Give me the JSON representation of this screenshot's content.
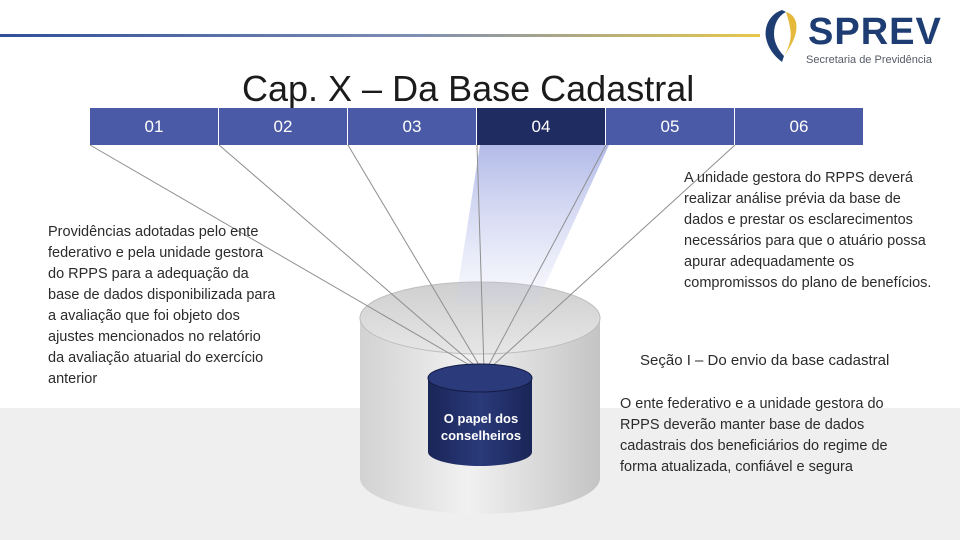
{
  "header": {
    "title": "Cap. X – Da Base Cadastral"
  },
  "logo": {
    "word": "SPREV",
    "subtitle": "Secretaria de Previdência",
    "colors": {
      "navy": "#1e3d73",
      "gold": "#e6b93a"
    }
  },
  "tabs": [
    {
      "label": "01"
    },
    {
      "label": "02"
    },
    {
      "label": "03"
    },
    {
      "label": "04",
      "active": true
    },
    {
      "label": "05"
    },
    {
      "label": "06"
    }
  ],
  "colors": {
    "tab": "#4b5aa7",
    "tab_active": "#1f2c62",
    "cylinder_core": "#1f2c62"
  },
  "left_text": "Providências adotadas pelo ente federativo e pela unidade gestora do RPPS para a adequação da base de dados disponibilizada para a avaliação que foi objeto dos ajustes mencionados no relatório da avaliação atuarial do exercício anterior",
  "right_text": "A unidade gestora do RPPS deverá realizar análise prévia da base de dados e prestar os esclarecimentos necessários para que o atuário possa apurar adequadamente os compromissos do plano de benefícios.",
  "section_label": "Seção I – Do envio da base cadastral",
  "bottom_text": "O ente federativo e a unidade gestora do RPPS deverão manter base de dados cadastrais dos beneficiários do regime de forma atualizada, confiável e segura",
  "cylinder_label": "O papel dos conselheiros"
}
